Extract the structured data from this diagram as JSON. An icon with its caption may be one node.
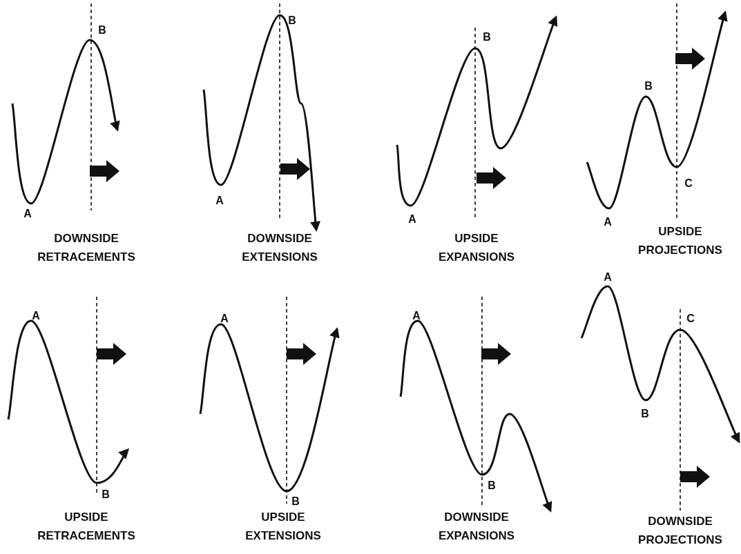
{
  "diagram": {
    "labels": [
      "B",
      "A",
      "DOWNSIDE RETRACEMENTS",
      "B",
      "A",
      "DOWNSIDE EXTENSIONS",
      "B",
      "A",
      "UPSIDE EXPANSIONS",
      "B",
      "A",
      "C",
      "UPSIDE PROJECTIONS",
      "A",
      "B",
      "UPSIDE RETRACEMENTS",
      "A",
      "B",
      "UPSIDE EXTENSIONS",
      "A",
      "B",
      "DOWNSIDE EXPANSIONS",
      "A",
      "B",
      "C",
      "DOWNSIDE PROJECTIONS"
    ]
  }
}
